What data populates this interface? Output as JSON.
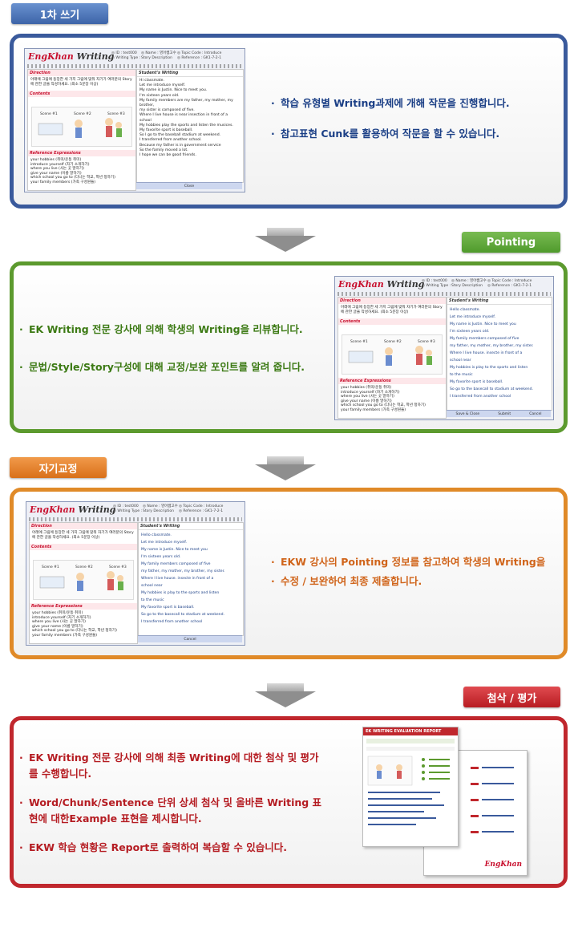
{
  "colors": {
    "blue": "#3a5a9c",
    "green": "#5c9a2e",
    "orange": "#e08a28",
    "red": "#c0272d",
    "tag_blue": "#4a74b6",
    "tag_green": "#5aa13a",
    "tag_orange": "#e07b24",
    "tag_red": "#c9252c"
  },
  "section1": {
    "tag": "1차 쓰기",
    "bullets": [
      "학습 유형별 Writing과제에 개해 작문을 진행합니다.",
      "참고표현 Cunk를 활용하여 작문을 할 수 있습니다."
    ]
  },
  "section2": {
    "tag": "Pointing",
    "bullets": [
      "EK Writing 전문 강사에 의해 학생의 Writing을 리뷰합니다.",
      "문법/Style/Story구성에 대해 교정/보완 포인트를 알려 줍니다."
    ]
  },
  "section3": {
    "tag": "자기교정",
    "bullets": [
      "EKW 강사의 Pointing 정보를 참고하여 학생의 Writing을",
      "수정 / 보완하여 최종 제출합니다."
    ]
  },
  "section4": {
    "tag": "첨삭 / 평가",
    "bullets": [
      "EK Writing 전문 강사에 의해 최종 Writing에 대한 첨삭 및 평가를 수행합니다.",
      "Word/Chunk/Sentence 단위 상세 첨삭 및 올바른 Writing 표현에 대한Example 표현을 제시합니다.",
      "EKW 학습 현황은 Report로 출력하여 복습할 수 있습니다."
    ]
  },
  "window": {
    "logo_a": "EngKhan",
    "logo_b": " Writing",
    "info_left": [
      "◎ ID :   test000",
      "◎ Writing Type :"
    ],
    "info_mid": [
      "◎ Name :   영어쌤고수",
      "   Story Description"
    ],
    "info_right": [
      "◎ Topic Code :   Introduce",
      "◎ Reference :   GK1-7-2-1"
    ],
    "direction": "Direction",
    "direction_text": "아래에 그림에 등장한 세 가지 그림에 맞춰 자기가 여러분의 Story에 관한 글을 작성하세요. (최소 5문장 이상)",
    "contents": "Contents",
    "scenes": [
      "Scene #1",
      "Scene #2",
      "Scene #3"
    ],
    "reference": "Reference Expressions",
    "ref_items": [
      "your hobbies (취미/운동 취미)",
      "introduce yourself (자기 소개하기)",
      "where you live (사는 곳 말하기)",
      "give your name (이름 말하기)",
      "which school you go to (다니는 학교, 학년 정하기)",
      "your family members (가족 구성원들)"
    ],
    "student_writing": "Student's Writing",
    "writing_text": [
      "Hi classmate.",
      "Let me introduce myself.",
      "My name is Justin. Nice to meet you.",
      "I'm sixteen years old.",
      "My family members are my father, my mother, my brother,",
      "my sister is composed of five.",
      "Where I live house is near insection in front of a school",
      "My hobbies play the sports and listen the musices.",
      "My favorite sport is baseball.",
      "So I go to the baseball stadium at weekend.",
      "I transferred from another school.",
      "Because my father is in government service",
      "So the family moved a lot.",
      "I hope we can be good friends."
    ],
    "pointed_text": [
      "Hello   classmate.",
      "Let me introduce myself.",
      "My name is Justin.   Nice to meet you",
      "I'm sixteen years old.",
      "My family members composed of five",
      "my father, my mother, my brother, my sister.",
      "Where I live house.   insecte in front of a",
      "school  near",
      "My hobbies is   play to the sports and   listen",
      "to the   music",
      "My favorite sport is baseball.",
      "So   go to the basecall to stadium at   weekend.",
      "I transferred from another school"
    ],
    "btn_close": "Close",
    "btn_save": "Save & Close",
    "btn_submit": "Submit",
    "btn_cancel": "Cancel"
  },
  "report": {
    "title": "EK WRITING EVALUATION REPORT",
    "logo": "EngKhan"
  }
}
